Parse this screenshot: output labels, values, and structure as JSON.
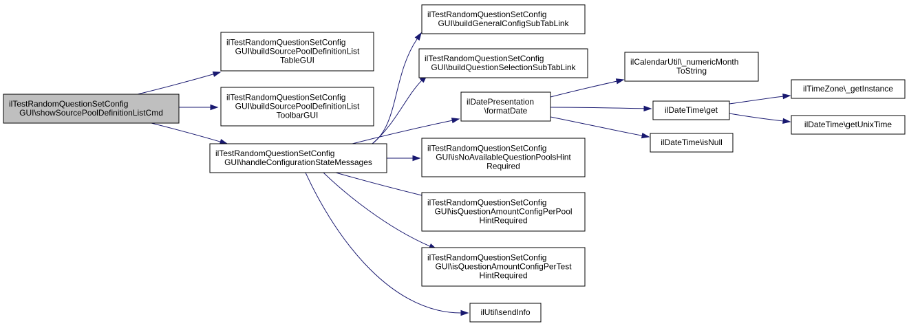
{
  "colors": {
    "edge": "#191970",
    "root_fill": "#bfbfbf",
    "node_fill": "#ffffff",
    "node_stroke": "#000000"
  },
  "nodes": [
    {
      "id": "show",
      "lines": [
        "ilTestRandomQuestionSetConfig",
        "GUI\\showSourcePoolDefinitionListCmd"
      ],
      "root": true
    },
    {
      "id": "buildTable",
      "lines": [
        "ilTestRandomQuestionSetConfig",
        "GUI\\buildSourcePoolDefinitionList",
        "TableGUI"
      ]
    },
    {
      "id": "buildToolbar",
      "lines": [
        "ilTestRandomQuestionSetConfig",
        "GUI\\buildSourcePoolDefinitionList",
        "ToolbarGUI"
      ]
    },
    {
      "id": "handle",
      "lines": [
        "ilTestRandomQuestionSetConfig",
        "GUI\\handleConfigurationStateMessages"
      ]
    },
    {
      "id": "general",
      "lines": [
        "ilTestRandomQuestionSetConfig",
        "GUI\\buildGeneralConfigSubTabLink"
      ]
    },
    {
      "id": "selection",
      "lines": [
        "ilTestRandomQuestionSetConfig",
        "GUI\\buildQuestionSelectionSubTabLink"
      ]
    },
    {
      "id": "formatDate",
      "lines": [
        "ilDatePresentation",
        "\\formatDate"
      ]
    },
    {
      "id": "noPools",
      "lines": [
        "ilTestRandomQuestionSetConfig",
        "GUI\\isNoAvailableQuestionPoolsHint",
        "Required"
      ]
    },
    {
      "id": "perPool",
      "lines": [
        "ilTestRandomQuestionSetConfig",
        "GUI\\isQuestionAmountConfigPerPool",
        "HintRequired"
      ]
    },
    {
      "id": "perTest",
      "lines": [
        "ilTestRandomQuestionSetConfig",
        "GUI\\isQuestionAmountConfigPerTest",
        "HintRequired"
      ]
    },
    {
      "id": "sendInfo",
      "lines": [
        "ilUtil\\sendInfo"
      ]
    },
    {
      "id": "numMonth",
      "lines": [
        "ilCalendarUtil\\_numericMonth",
        "ToString"
      ]
    },
    {
      "id": "dtGet",
      "lines": [
        "ilDateTime\\get"
      ]
    },
    {
      "id": "dtIsNull",
      "lines": [
        "ilDateTime\\isNull"
      ]
    },
    {
      "id": "tzInstance",
      "lines": [
        "ilTimeZone\\_getInstance"
      ]
    },
    {
      "id": "unixTime",
      "lines": [
        "ilDateTime\\getUnixTime"
      ]
    }
  ],
  "edges": [
    {
      "from": "show",
      "to": "buildTable"
    },
    {
      "from": "show",
      "to": "buildToolbar"
    },
    {
      "from": "show",
      "to": "handle"
    },
    {
      "from": "handle",
      "to": "general"
    },
    {
      "from": "handle",
      "to": "selection"
    },
    {
      "from": "handle",
      "to": "formatDate"
    },
    {
      "from": "handle",
      "to": "noPools"
    },
    {
      "from": "handle",
      "to": "perPool"
    },
    {
      "from": "handle",
      "to": "perTest"
    },
    {
      "from": "handle",
      "to": "sendInfo"
    },
    {
      "from": "formatDate",
      "to": "numMonth"
    },
    {
      "from": "formatDate",
      "to": "dtGet"
    },
    {
      "from": "formatDate",
      "to": "dtIsNull"
    },
    {
      "from": "dtGet",
      "to": "tzInstance"
    },
    {
      "from": "dtGet",
      "to": "unixTime"
    }
  ]
}
